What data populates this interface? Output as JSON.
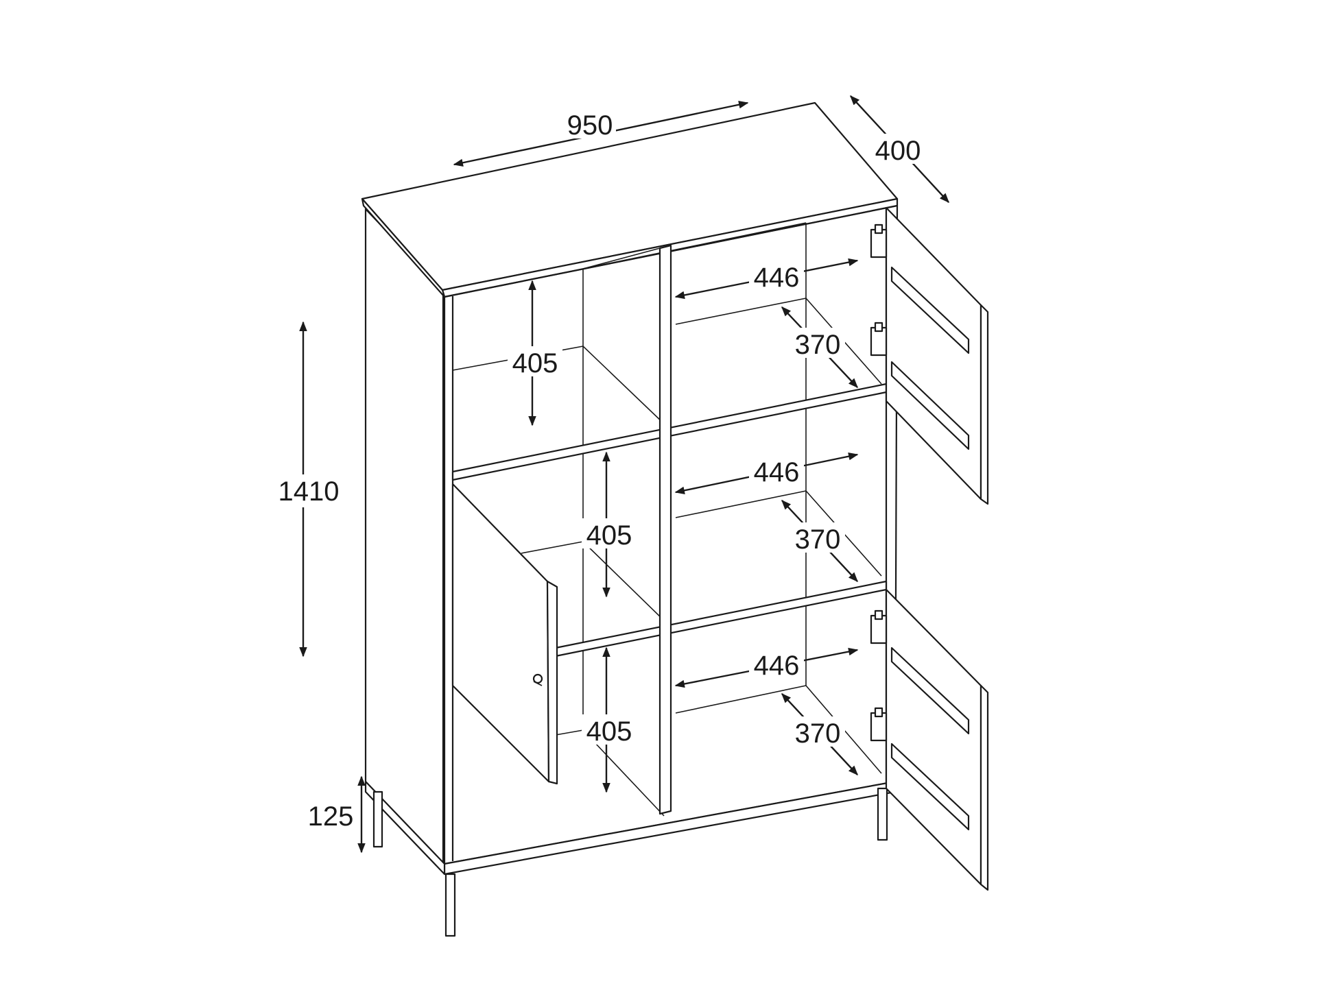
{
  "dimensions": {
    "width": "950",
    "depth": "400",
    "height": "1410",
    "leg_height": "125",
    "compartment_width": "446",
    "compartment_depth": "370",
    "compartment_height": "405"
  },
  "colors": {
    "line": "#1a1a1a",
    "background": "#ffffff"
  }
}
